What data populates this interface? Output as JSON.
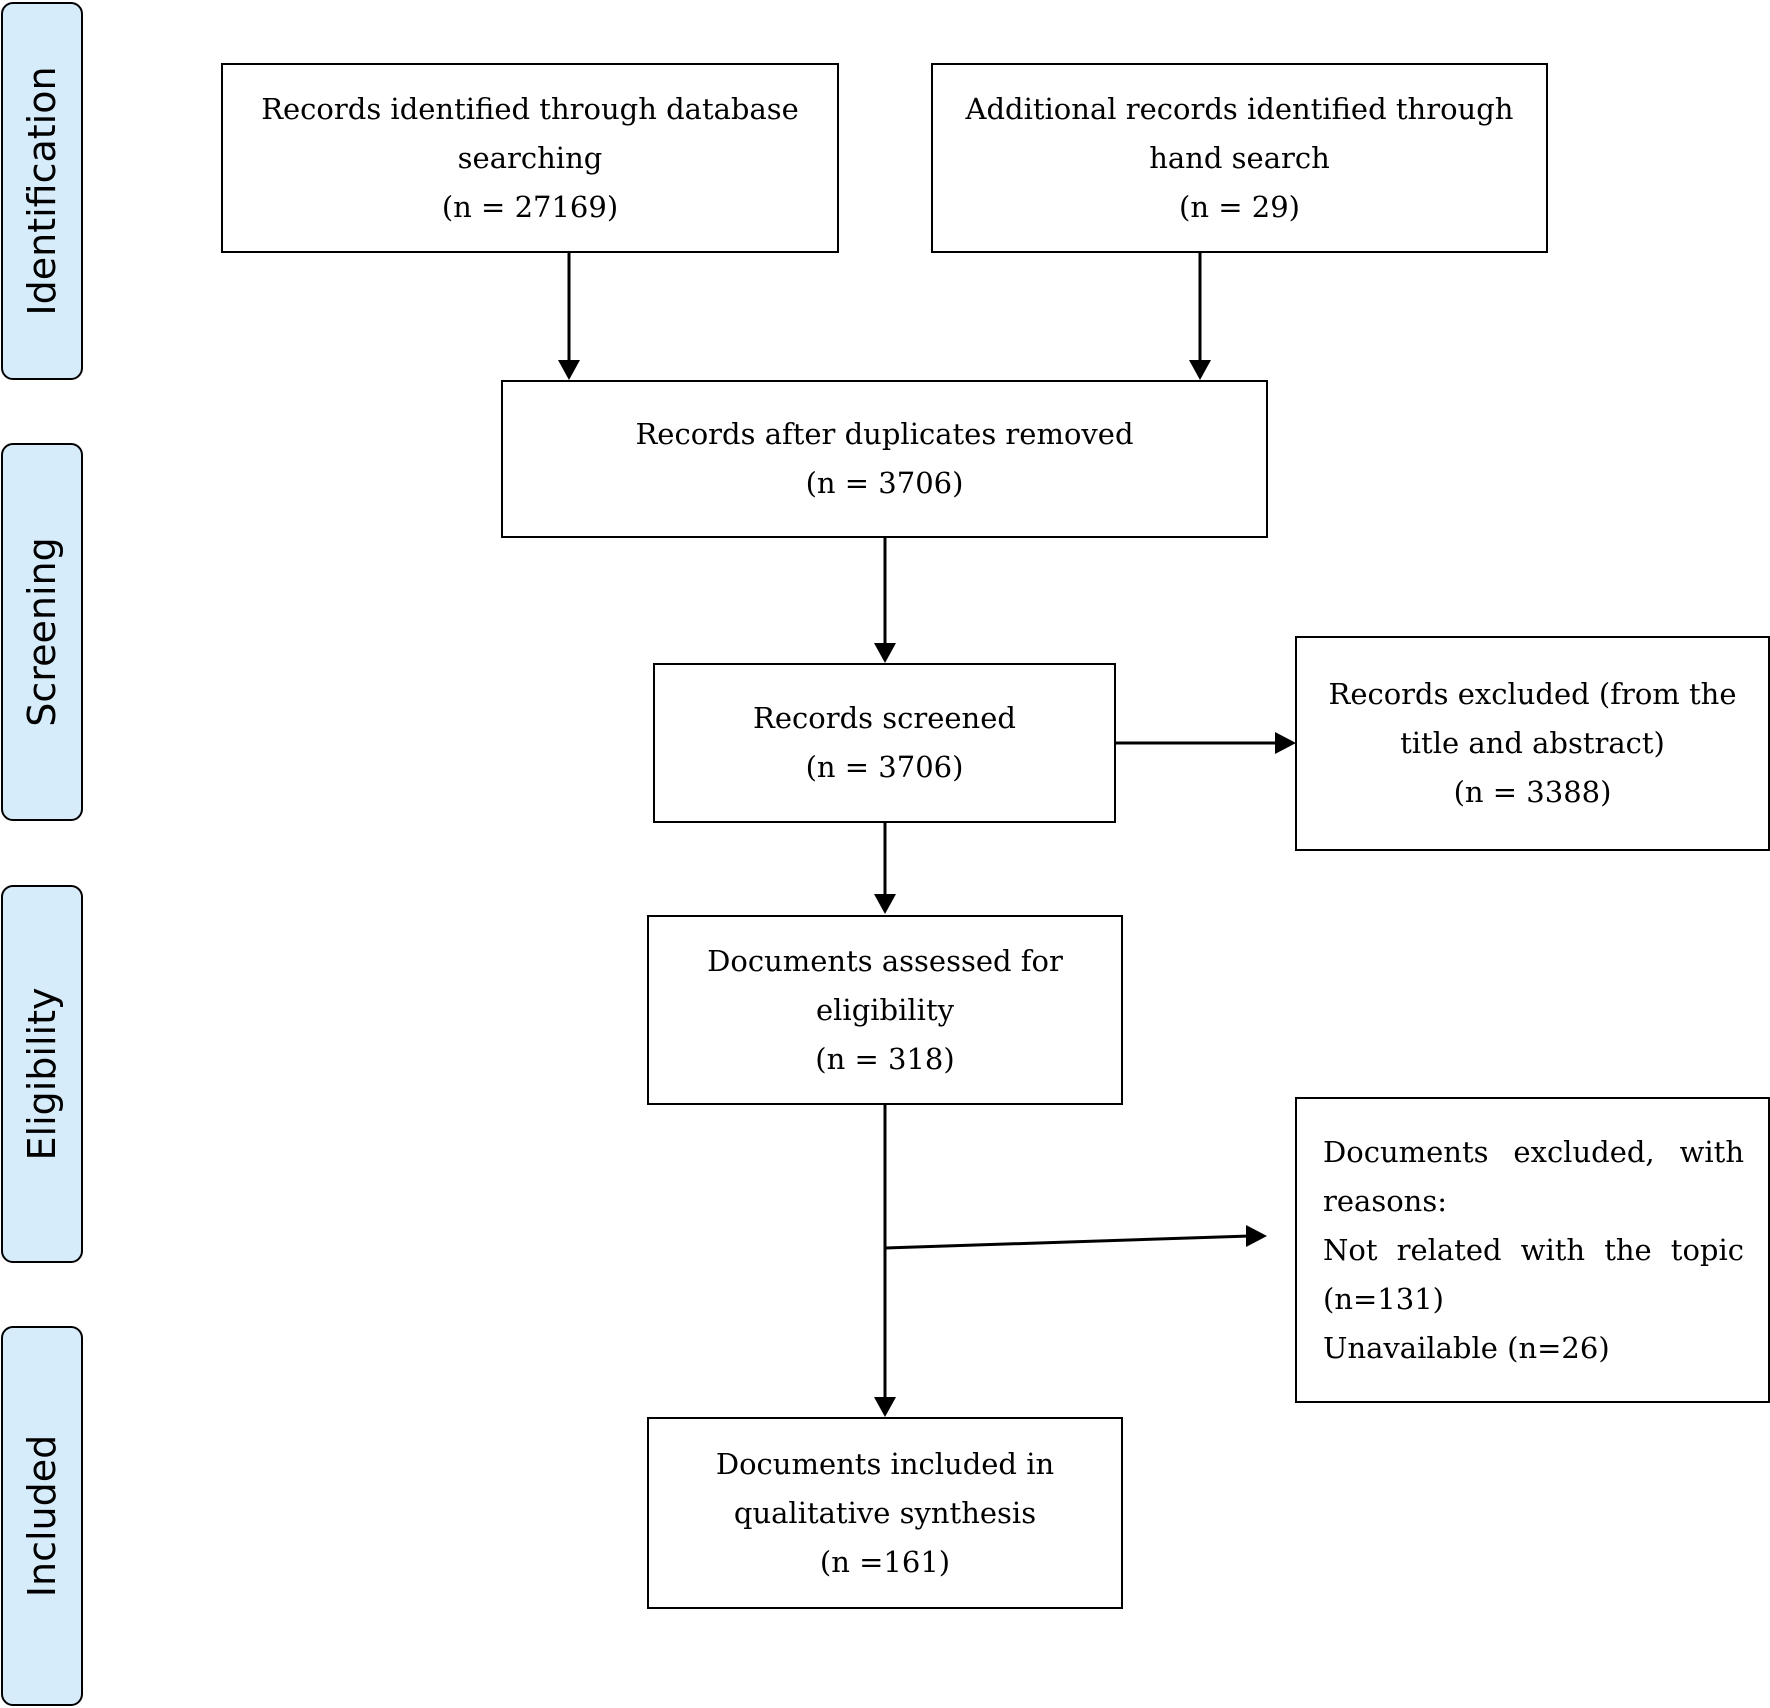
{
  "phases": [
    {
      "label": "Identification"
    },
    {
      "label": "Screening"
    },
    {
      "label": "Eligibility"
    },
    {
      "label": "Included"
    }
  ],
  "boxes": {
    "database": {
      "line1": "Records identified through database",
      "line2": "searching",
      "count": "(n = 27169)"
    },
    "hand_search": {
      "line1": "Additional records identified through",
      "line2": "hand search",
      "count": "(n = 29)"
    },
    "duplicates": {
      "line1": "Records after duplicates removed",
      "count": "(n = 3706)"
    },
    "screened": {
      "line1": "Records screened",
      "count": "(n = 3706)"
    },
    "excluded_title": {
      "line1": "Records excluded (from the",
      "line2": "title and abstract)",
      "count": "(n = 3388)"
    },
    "assessed": {
      "line1": "Documents assessed for",
      "line2": "eligibility",
      "count": "(n = 318)"
    },
    "excluded_reasons": {
      "line1": "Documents excluded, with",
      "line2": "reasons:",
      "line3": "Not related with the topic",
      "line4": "(n=131)",
      "line5": "Unavailable (n=26)"
    },
    "included": {
      "line1": "Documents included in",
      "line2": "qualitative synthesis",
      "count": "(n =161)"
    }
  }
}
